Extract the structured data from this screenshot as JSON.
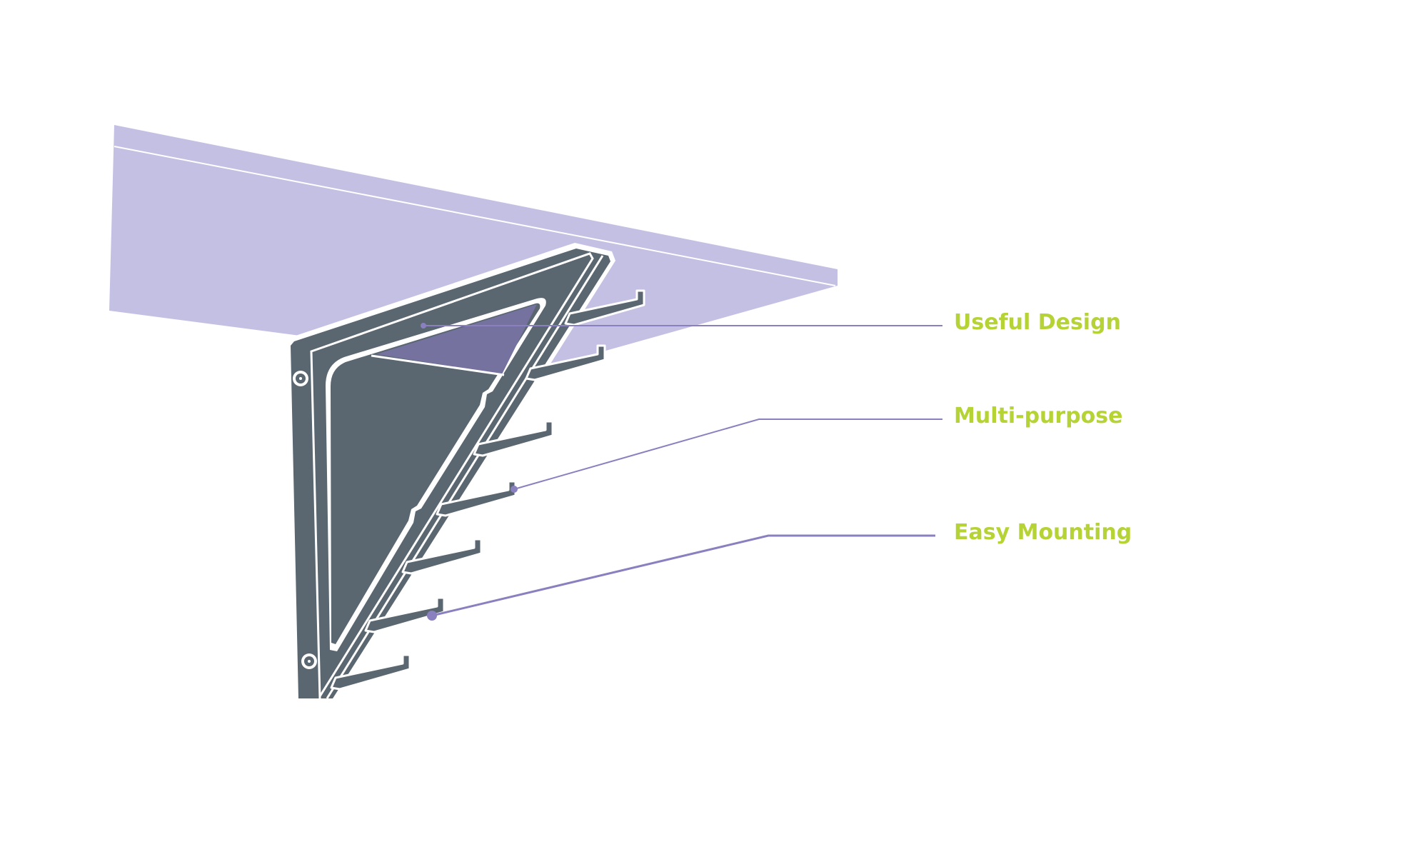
{
  "colors": {
    "background": "#ffffff",
    "shelf": "#c4c0e4",
    "shelf_underside": "#7572a0",
    "bracket": "#5a6670",
    "outline": "#ffffff",
    "leader_line": "#8a80c0",
    "label_text": "#b5d334"
  },
  "callouts": [
    {
      "id": "useful-design",
      "label": "Useful Design"
    },
    {
      "id": "multi-purpose",
      "label": "Multi-purpose"
    },
    {
      "id": "easy-mounting",
      "label": "Easy Mounting"
    }
  ],
  "illustration": {
    "subject": "shelf-bracket",
    "parts": [
      "shelf-plate",
      "triangular-bracket",
      "hook-pegs",
      "mounting-screws"
    ]
  }
}
